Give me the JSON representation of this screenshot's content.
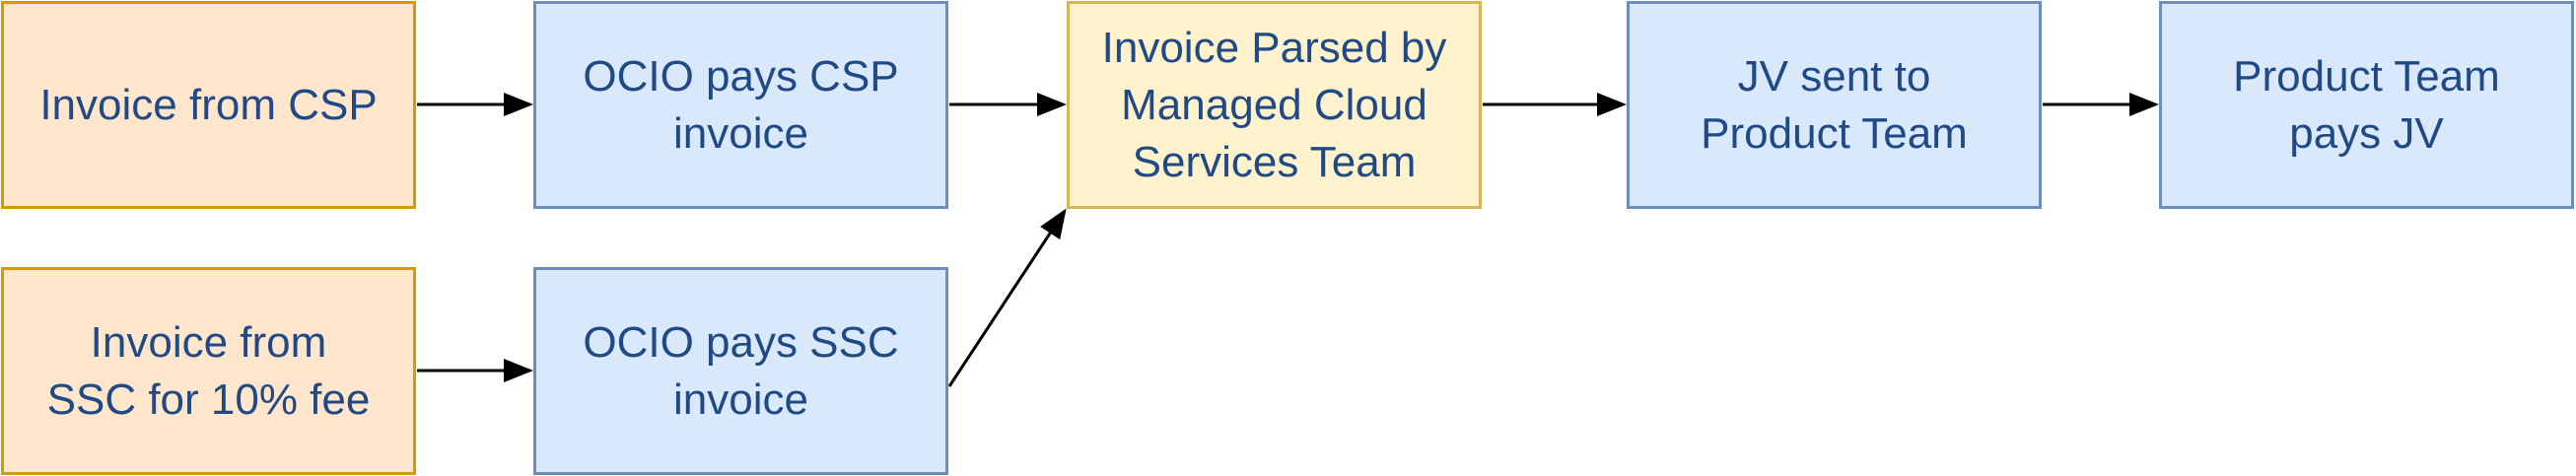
{
  "nodes": {
    "invoice_csp": "Invoice from CSP",
    "invoice_ssc": "Invoice from\nSSC for 10% fee",
    "ocio_pays_csp": "OCIO pays CSP\ninvoice",
    "ocio_pays_ssc": "OCIO pays SSC\ninvoice",
    "invoice_parsed": "Invoice Parsed by\nManaged Cloud\nServices Team",
    "jv_sent": "JV sent to\nProduct Team",
    "product_pays": "Product Team\npays JV"
  },
  "colors": {
    "orange_fill": "#ffe6cc",
    "orange_stroke": "#d79b00",
    "blue_fill": "#dae8fc",
    "blue_stroke": "#6c8ebf",
    "yellow_fill": "#fff2cc",
    "yellow_stroke": "#d6b656",
    "text": "#1f4a86",
    "edge": "#000000"
  }
}
